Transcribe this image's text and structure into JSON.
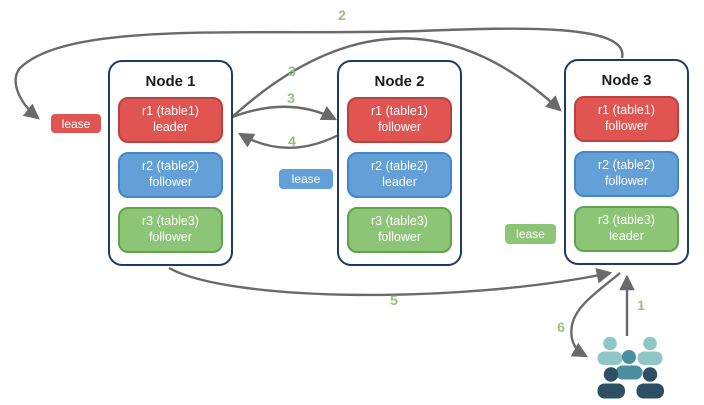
{
  "diagram": {
    "nodes": [
      {
        "title": "Node 1",
        "replicas": [
          {
            "range": "r1 (table1)",
            "role": "leader",
            "color": "red"
          },
          {
            "range": "r2 (table2)",
            "role": "follower",
            "color": "blue"
          },
          {
            "range": "r3 (table3)",
            "role": "follower",
            "color": "green"
          }
        ]
      },
      {
        "title": "Node 2",
        "replicas": [
          {
            "range": "r1 (table1)",
            "role": "follower",
            "color": "red"
          },
          {
            "range": "r2 (table2)",
            "role": "leader",
            "color": "blue"
          },
          {
            "range": "r3 (table3)",
            "role": "follower",
            "color": "green"
          }
        ]
      },
      {
        "title": "Node 3",
        "replicas": [
          {
            "range": "r1 (table1)",
            "role": "follower",
            "color": "red"
          },
          {
            "range": "r2 (table2)",
            "role": "follower",
            "color": "blue"
          },
          {
            "range": "r3 (table3)",
            "role": "leader",
            "color": "green"
          }
        ]
      }
    ],
    "leases": [
      {
        "label": "lease",
        "color": "red"
      },
      {
        "label": "lease",
        "color": "blue"
      },
      {
        "label": "lease",
        "color": "green"
      }
    ],
    "step_markers": [
      {
        "text": "2"
      },
      {
        "text": "3"
      },
      {
        "text": "3"
      },
      {
        "text": "4"
      },
      {
        "text": "5"
      },
      {
        "text": "1"
      },
      {
        "text": "6"
      }
    ],
    "icons": {
      "users": "users-group-icon"
    },
    "colors": {
      "red_fill": "#e05552",
      "red_border": "#ba423f",
      "blue_fill": "#64a0d8",
      "blue_border": "#4487c5",
      "green_fill": "#8dc577",
      "green_border": "#62a24e",
      "node_border": "#1e3a66",
      "arrow": "#6a6a6a",
      "step_label": "#93c47d",
      "users_light": "#8ec7c5",
      "users_mid": "#4b8ea0",
      "users_dark": "#2e4f63"
    }
  }
}
